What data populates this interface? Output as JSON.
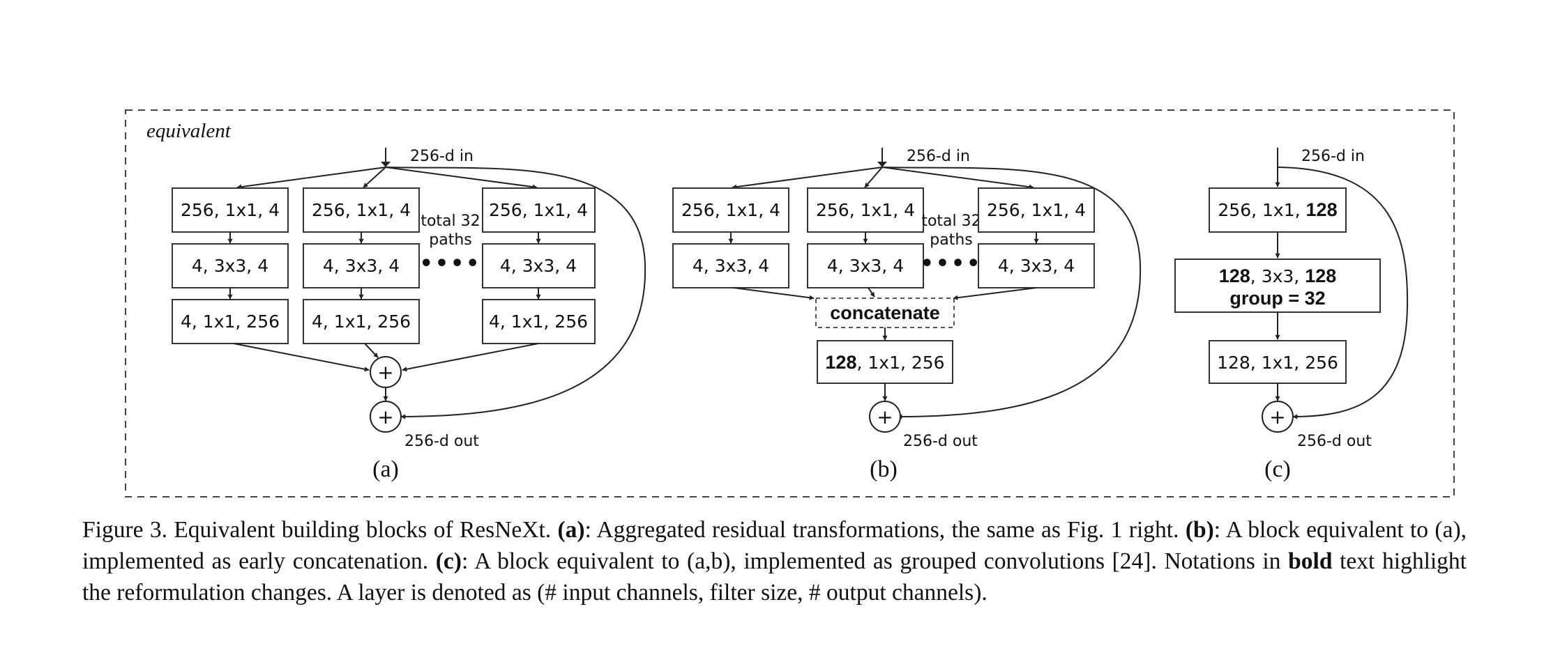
{
  "figure": {
    "frame_label": "equivalent",
    "panels": [
      {
        "label": "(a)",
        "input": "256-d in",
        "output": "256-d out",
        "paths_note": [
          "total 32",
          "paths"
        ],
        "ellipsis": "••••",
        "add_symbol": "+",
        "paths": [
          [
            "256, 1x1, 4",
            "4, 3x3, 4",
            "4, 1x1, 256"
          ],
          [
            "256, 1x1, 4",
            "4, 3x3, 4",
            "4, 1x1, 256"
          ],
          [
            "256, 1x1, 4",
            "4, 3x3, 4",
            "4, 1x1, 256"
          ]
        ]
      },
      {
        "label": "(b)",
        "input": "256-d in",
        "output": "256-d out",
        "paths_note": [
          "total 32",
          "paths"
        ],
        "ellipsis": "••••",
        "add_symbol": "+",
        "paths": [
          [
            "256, 1x1, 4",
            "4, 3x3, 4"
          ],
          [
            "256, 1x1, 4",
            "4, 3x3, 4"
          ],
          [
            "256, 1x1, 4",
            "4, 3x3, 4"
          ]
        ],
        "concat": "concatenate",
        "merge_layer": {
          "bold": "128",
          "rest": ", 1x1, 256"
        }
      },
      {
        "label": "(c)",
        "input": "256-d in",
        "output": "256-d out",
        "add_symbol": "+",
        "layer1": {
          "rest": "256, 1x1, ",
          "bold": "128"
        },
        "layer2": {
          "bold1": "128",
          "mid": ", 3x3, ",
          "bold2": "128",
          "line2": "group = 32"
        },
        "layer3": "128, 1x1, 256"
      }
    ]
  },
  "caption": {
    "prefix": "Figure 3. Equivalent building blocks of ResNeXt. ",
    "a_label": "(a)",
    "a_text": ": Aggregated residual transformations, the same as Fig. 1 right. ",
    "b_label": "(b)",
    "b_text": ": A block equivalent to (a), implemented as early concatenation. ",
    "c_label": "(c)",
    "c_text": ": A block equivalent to (a,b), implemented as grouped convolutions [24]. Notations in ",
    "bold_word": "bold",
    "suffix": " text highlight the reformulation changes. A layer is denoted as (# input channels, filter size, # output channels)."
  }
}
